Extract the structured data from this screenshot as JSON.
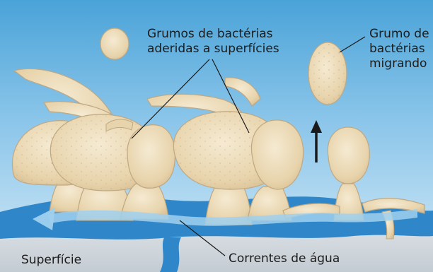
{
  "labels": {
    "adhered_line1": "Grumos de bactérias",
    "adhered_line2": "aderidas a superfícies",
    "migrating_line1": "Grumo de",
    "migrating_line2": "bactérias",
    "migrating_line3": "migrando",
    "surface": "Superfície",
    "currents": "Correntes de água"
  },
  "colors": {
    "water_top": "#4aa3d8",
    "water_bottom": "#c8e2f3",
    "surface": "#cfd6dc",
    "biofilm_fill": "#ecd9b5",
    "biofilm_outline": "#bfa882",
    "current_arrow": "#9fd0ef",
    "deep_water": "#2f86c8"
  }
}
